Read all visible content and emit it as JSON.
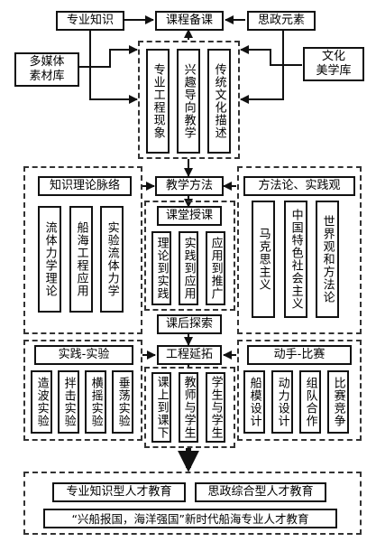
{
  "top": {
    "left_label": "专业知识",
    "center_label": "课程备课",
    "right_label": "思政元素",
    "media_lines": [
      "多媒体",
      "素材库"
    ],
    "aesthetic_lines": [
      "文化",
      "美学库"
    ]
  },
  "prep_items": [
    "专业工程现象",
    "兴趣导向教学",
    "传统文化描述"
  ],
  "middle": {
    "left_title": "知识理论脉络",
    "left_items": [
      "流体力学理论",
      "船海工程应用",
      "实验流体力学"
    ],
    "center_title": "教学方法",
    "class_title": "课堂授课",
    "class_items": [
      "理论到实践",
      "实践到应用",
      "应用到推广"
    ],
    "after_class": "课后探索",
    "right_title": "方法论、实践观",
    "right_items": [
      "马克思主义",
      "中国特色社会主义",
      "世界观和方法论"
    ]
  },
  "lower": {
    "left_title": "实践-实验",
    "left_items": [
      "造波实验",
      "拌击实验",
      "横摇实验",
      "垂荡实验"
    ],
    "center_title": "工程延拓",
    "center_items": [
      "课上到课下",
      "教师与学生",
      "学生与学生"
    ],
    "right_title": "动手-比赛",
    "right_items": [
      "船模设计",
      "动力设计",
      "组队合作",
      "比赛竞争"
    ]
  },
  "bottom": {
    "left_label": "专业知识型人才教育",
    "right_label": "思政综合型人才教育",
    "final_label": "“兴船报国，海洋强国”新时代船海专业人才教育"
  }
}
